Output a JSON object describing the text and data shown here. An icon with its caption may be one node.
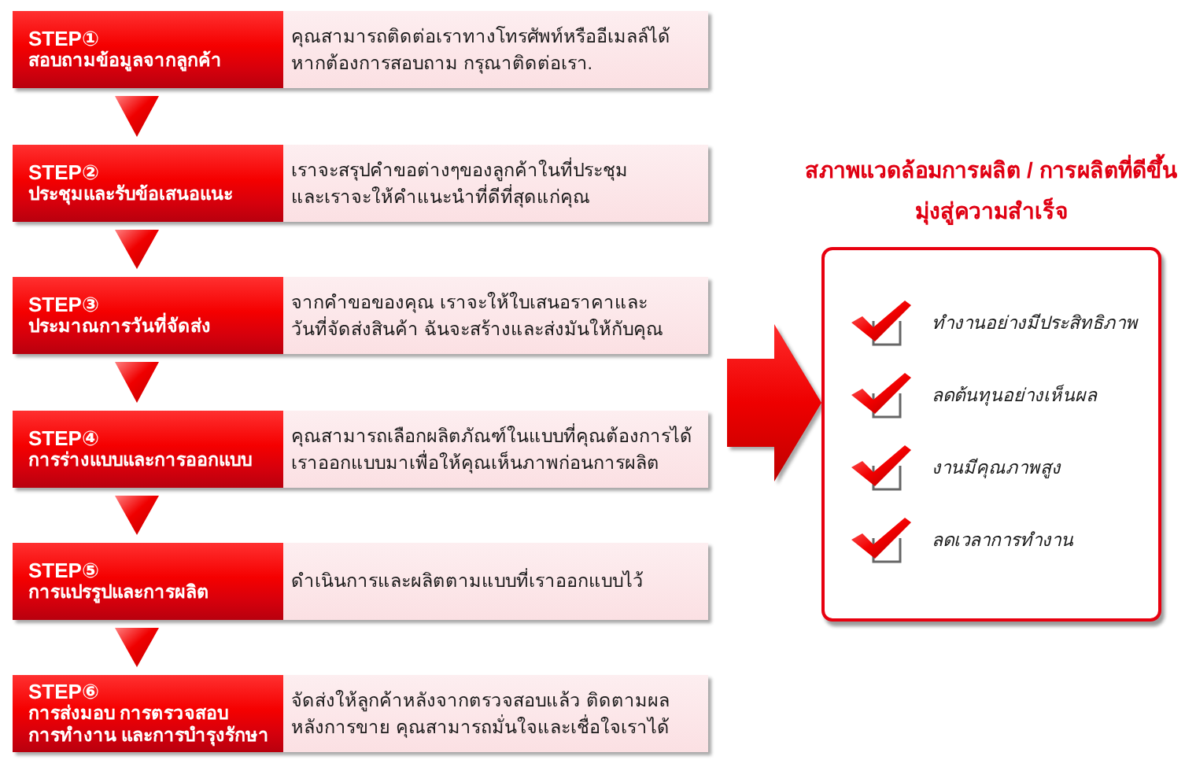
{
  "diagram": {
    "nodes": [
      {
        "text": [
          "STEP①",
          "สอบถามข้อมูลจากลูกค้า",
          "คุณสามารถติดต่อเราทางโทรศัพท์หรืออีเมลล์ได้ หากต้องการสอบถาม กรุณาติดต่อเรา."
        ]
      },
      {
        "text": [
          "STEP②",
          "ประชุมและรับข้อเสนอแนะ",
          "เราจะสรุปคำขอต่างๆของลูกค้าในที่ประชุม และเราจะให้คำแนะนำที่ดีที่สุดแก่คุณ"
        ]
      },
      {
        "text": [
          "STEP③",
          "ประมาณการวันที่จัดส่ง",
          "จากคำขอของคุณ เราจะให้ใบเสนอราคาและ วันที่จัดส่งสินค้า ฉันจะสร้างและส่งมันให้กับคุณ"
        ]
      },
      {
        "text": [
          "STEP④",
          "การร่างแบบและการออกแบบ",
          "คุณสามารถเลือกผลิตภัณฑ์ในแบบที่คุณต้องการได้ เราออกแบบมาเพื่อให้คุณเห็นภาพก่อนการผลิต"
        ]
      },
      {
        "text": [
          "STEP⑤",
          "การแปรรูปและการผลิต",
          "ดำเนินการและผลิตตามแบบที่เราออกแบบไว้"
        ]
      },
      {
        "text": [
          "STEP⑥",
          "การส่งมอบ การตรวจสอบ การทำงาน และการบำรุงรักษา",
          "จัดส่งให้ลูกค้าหลังจากตรวจสอบแล้ว ติดตามผล หลังการขาย คุณสามารถมั่นใจและเชื่อใจเราได้"
        ]
      },
      {
        "text": [
          "สภาพแวดล้อมการผลิต / การผลิตที่ดีขึ้น มุ่งสู่ความสำเร็จ",
          "ทำงานอย่างมีประสิทธิภาพ",
          "ลดต้นทุนอย่างเห็นผล",
          "งานมีคุณภาพสูง",
          "ลดเวลาการทำงาน"
        ]
      }
    ],
    "edges": [
      {
        "from": 0,
        "to": 1,
        "arrow": "to"
      },
      {
        "from": 1,
        "to": 2,
        "arrow": "to"
      },
      {
        "from": 2,
        "to": 3,
        "arrow": "to"
      },
      {
        "from": 3,
        "to": 4,
        "arrow": "to"
      },
      {
        "from": 4,
        "to": 5,
        "arrow": "to"
      },
      {
        "from": null,
        "to": 6,
        "arrow": "to"
      }
    ]
  }
}
